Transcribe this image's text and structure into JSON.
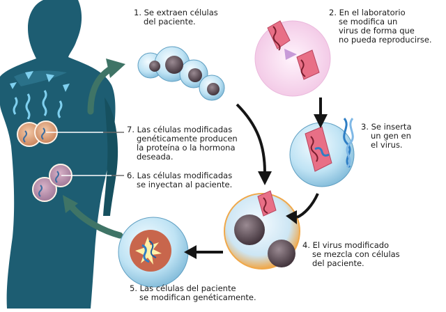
{
  "steps": [
    {
      "lines": [
        "1. Se extraen células",
        "del paciente."
      ]
    },
    {
      "lines": [
        "2. En el laboratorio",
        "se modifica un",
        "virus de forma que",
        "no pueda reproducirse."
      ]
    },
    {
      "lines": [
        "3. Se inserta",
        "un gen en",
        "el virus."
      ]
    },
    {
      "lines": [
        "4. El virus modificado",
        "se mezcla con células",
        "del paciente."
      ]
    },
    {
      "lines": [
        "5. Las células del paciente",
        "se modifican genéticamente."
      ]
    },
    {
      "lines": [
        "6. Las células modificadas",
        "se inyectan al paciente."
      ]
    },
    {
      "lines": [
        "7. Las células modificadas",
        "genéticamente producen",
        "la proteína o la hormona",
        "deseada."
      ]
    }
  ],
  "colors": {
    "body": "#1d5d72",
    "body_light": "#3f8aa3",
    "cell_blue": "#a8d6ee",
    "cell_nucleus": "#5a4a52",
    "virus_pink": "#e86f86",
    "circle_pink": "#f6d3ec",
    "cell_orange": "#f3b24a",
    "arrow_black": "#151515",
    "arrow_green": "#3f7466"
  }
}
